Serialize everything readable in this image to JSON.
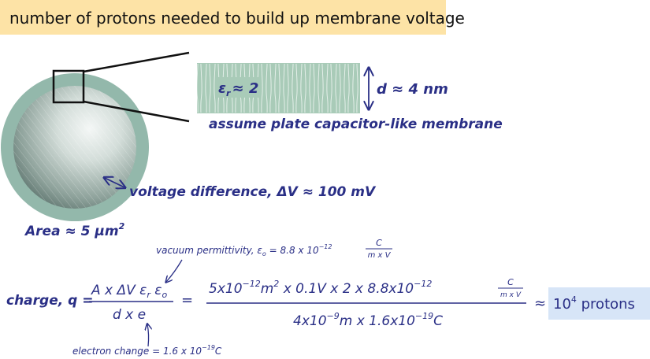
{
  "title": "number of protons needed to build up membrane voltage",
  "membrane": {
    "epsilon_symbol": "ε",
    "epsilon_sub": "r",
    "epsilon_value": "≈ 2",
    "thickness_label": "d ≈ 4 nm",
    "caption": "assume plate capacitor-like membrane"
  },
  "cell": {
    "voltage_label": "voltage difference, ΔV ≈ 100 mV",
    "area_label": "Area ≈ 5 µm",
    "area_exp": "2"
  },
  "annotations": {
    "vacuum_text": "vacuum permittivity, ε",
    "vacuum_sub": "o",
    "vacuum_value": " = 8.8 x 10",
    "vacuum_exp": "−12",
    "vacuum_unit_num": "C",
    "vacuum_unit_den": "m x V",
    "electron_text": "electron change = 1.6 x 10",
    "electron_exp": "−19",
    "electron_unit": "C"
  },
  "equation": {
    "lhs": "charge, q =",
    "numer_prefix": "A x ΔV ε",
    "numer_sub1": "r",
    "numer_mid": " ε",
    "numer_sub2": "o",
    "denom": "d x e",
    "equals": "=",
    "num2_a": "5x10",
    "num2_a_exp": "−12",
    "num2_b": "m",
    "num2_b_exp": "2",
    "num2_c": " x  0.1V  x  2  x  8.8x10",
    "num2_c_exp": "−12",
    "num2_unit_num": "C",
    "num2_unit_den": "m x V",
    "den2_a": "4x10",
    "den2_a_exp": "−9",
    "den2_b": "m  x  1.6x10",
    "den2_b_exp": "−19",
    "den2_c": "C",
    "approx": "≈",
    "result_base": "10",
    "result_exp": "4",
    "result_unit": " protons"
  },
  "colors": {
    "title_bg": "#fde3a6",
    "text": "#2a2f86",
    "membrane": "#a9cbb8",
    "cell_ring": "#93b8ab",
    "result_bg": "#d7e5f7"
  }
}
